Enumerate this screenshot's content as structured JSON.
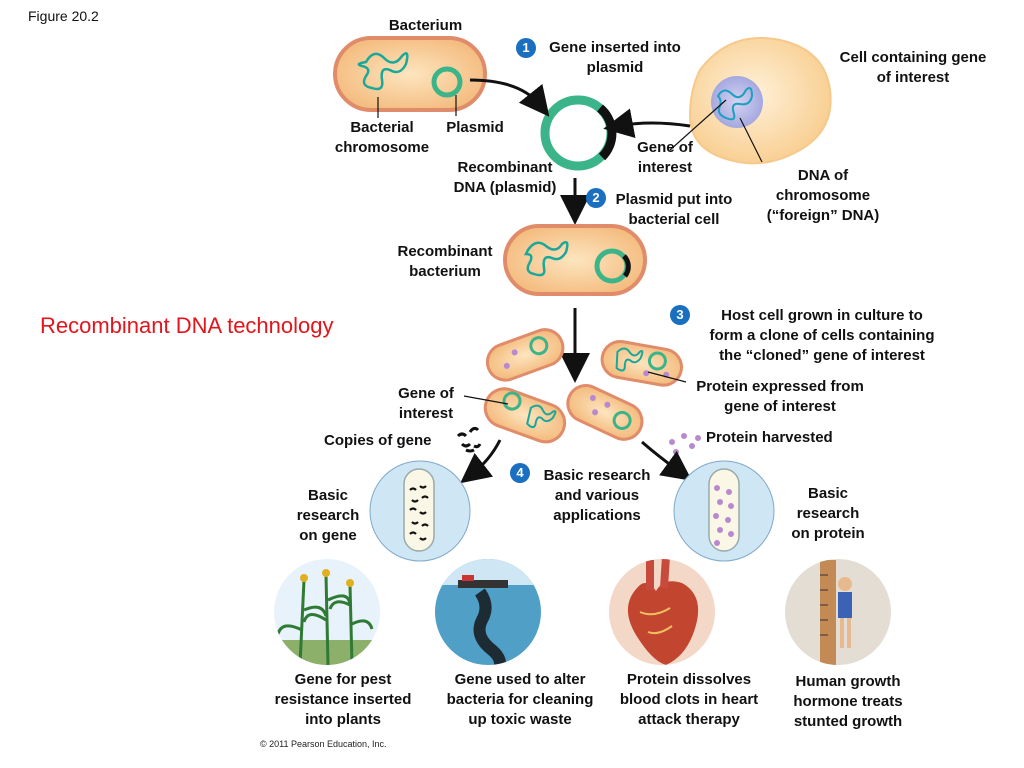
{
  "figure_label": "Figure 20.2",
  "title": "Recombinant DNA  technology",
  "copyright": "© 2011 Pearson Education, Inc.",
  "labels": {
    "bacterium": "Bacterium",
    "bacterial_chromosome": [
      "Bacterial",
      "chromosome"
    ],
    "plasmid": "Plasmid",
    "cell_containing_gene": [
      "Cell containing gene",
      "of interest"
    ],
    "recombinant_dna": [
      "Recombinant",
      "DNA (plasmid)"
    ],
    "gene_of_interest_top": [
      "Gene of",
      "interest"
    ],
    "dna_of_chromosome": [
      "DNA of",
      "chromosome",
      "(“foreign” DNA)"
    ],
    "recombinant_bacterium": [
      "Recombinant",
      "bacterium"
    ],
    "gene_of_interest_mid": [
      "Gene of",
      "interest"
    ],
    "protein_expressed": [
      "Protein expressed from",
      "gene of interest"
    ],
    "copies_of_gene": "Copies of gene",
    "protein_harvested": "Protein harvested",
    "basic_research_gene": [
      "Basic",
      "research",
      "on gene"
    ],
    "basic_research_protein": [
      "Basic",
      "research",
      "on protein"
    ]
  },
  "steps": [
    {
      "number": "1",
      "text": [
        "Gene inserted into",
        "plasmid"
      ]
    },
    {
      "number": "2",
      "text": [
        "Plasmid put into",
        "bacterial cell"
      ]
    },
    {
      "number": "3",
      "text": [
        "Host cell grown in culture to",
        "form a clone of cells containing",
        "the “cloned” gene of interest"
      ]
    },
    {
      "number": "4",
      "text": [
        "Basic research",
        "and various",
        "applications"
      ]
    }
  ],
  "applications": [
    {
      "icon": "corn-plant-icon",
      "caption": [
        "Gene for pest",
        "resistance inserted",
        "into plants"
      ]
    },
    {
      "icon": "oil-spill-ship-icon",
      "caption": [
        "Gene used to alter",
        "bacteria for cleaning",
        "up toxic waste"
      ]
    },
    {
      "icon": "heart-icon",
      "caption": [
        "Protein dissolves",
        "blood clots in heart",
        "attack therapy"
      ]
    },
    {
      "icon": "child-height-chart-icon",
      "caption": [
        "Human growth",
        "hormone treats",
        "stunted growth"
      ]
    }
  ],
  "colors": {
    "title_red": "#e3141b",
    "step_blue": "#1a6fc1",
    "cell_fill": "#f4c28a",
    "cell_outline": "#e08c6a",
    "dna_teal": "#1aa89a",
    "plasmid_green": "#3cb48a",
    "protein_purple": "#b889cf",
    "circle_fill": "#cfe6f5"
  }
}
